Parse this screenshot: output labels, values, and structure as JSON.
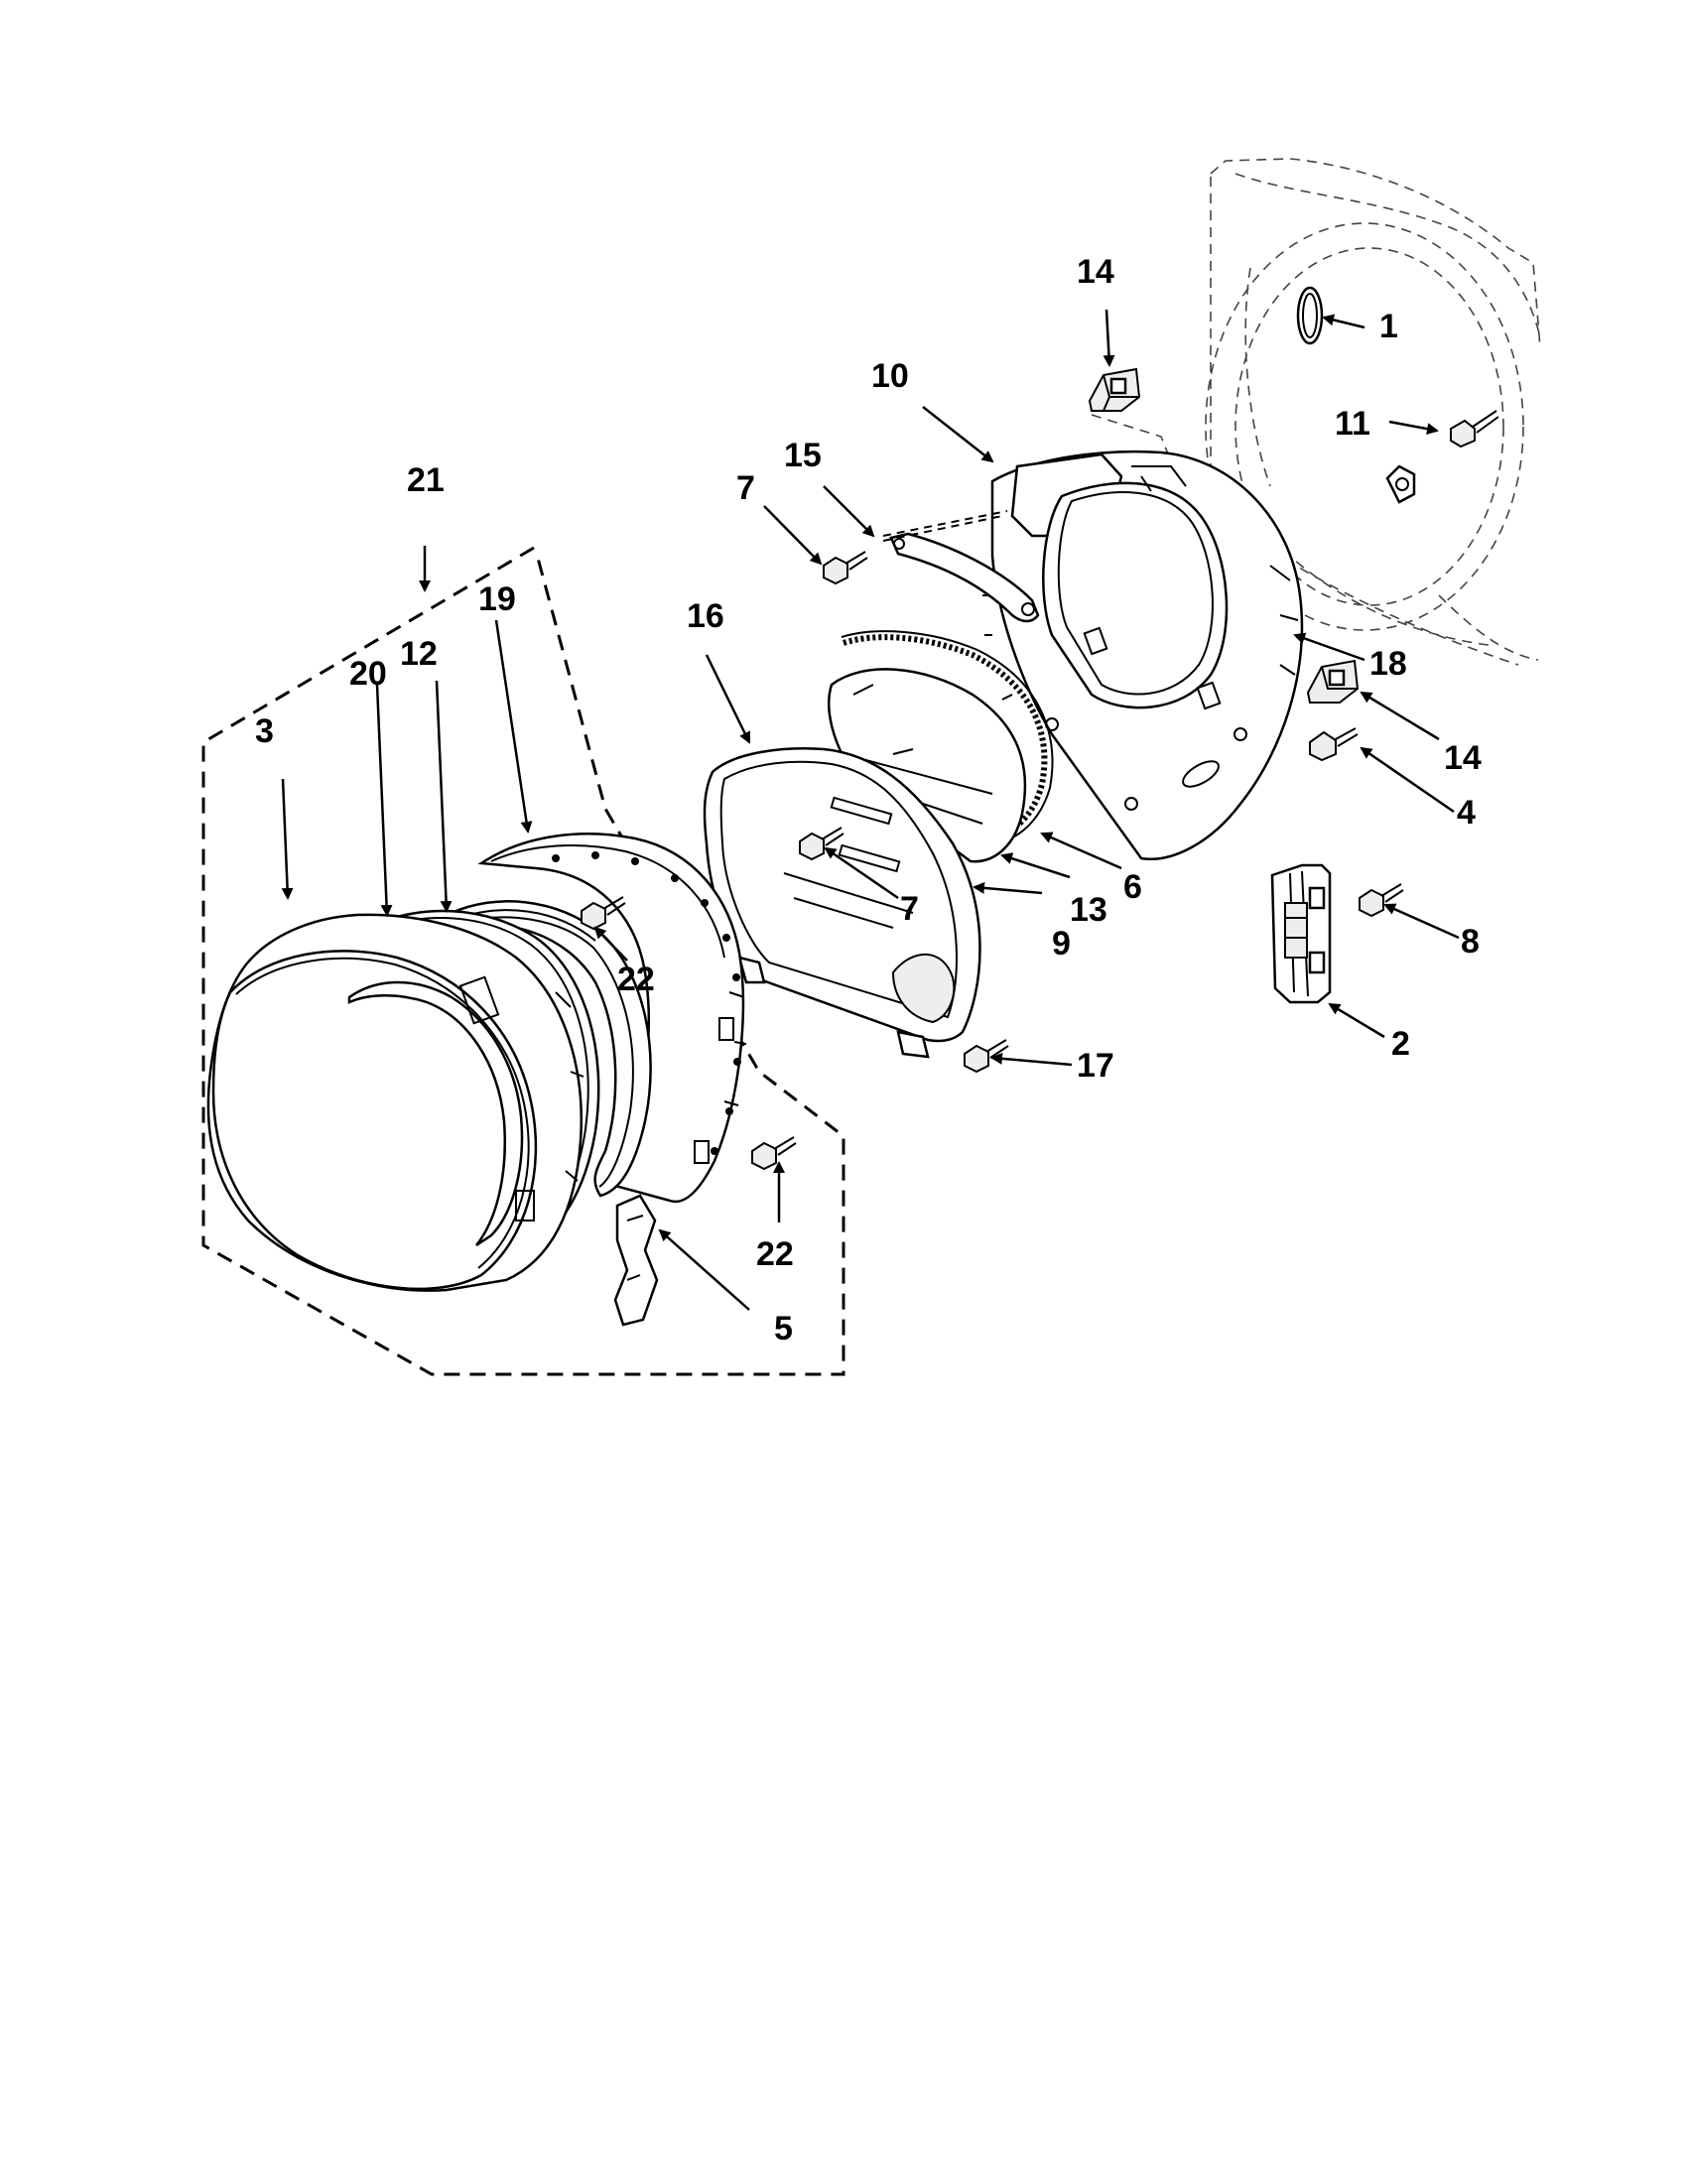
{
  "callouts": {
    "c1": "1",
    "c2": "2",
    "c3": "3",
    "c4": "4",
    "c5": "5",
    "c6": "6",
    "c7a": "7",
    "c7b": "7",
    "c8": "8",
    "c9": "9",
    "c10": "10",
    "c11": "11",
    "c12": "12",
    "c13": "13",
    "c14a": "14",
    "c14b": "14",
    "c15": "15",
    "c16": "16",
    "c17": "17",
    "c18": "18",
    "c19": "19",
    "c20": "20",
    "c21": "21",
    "c22a": "22",
    "c22b": "22"
  }
}
